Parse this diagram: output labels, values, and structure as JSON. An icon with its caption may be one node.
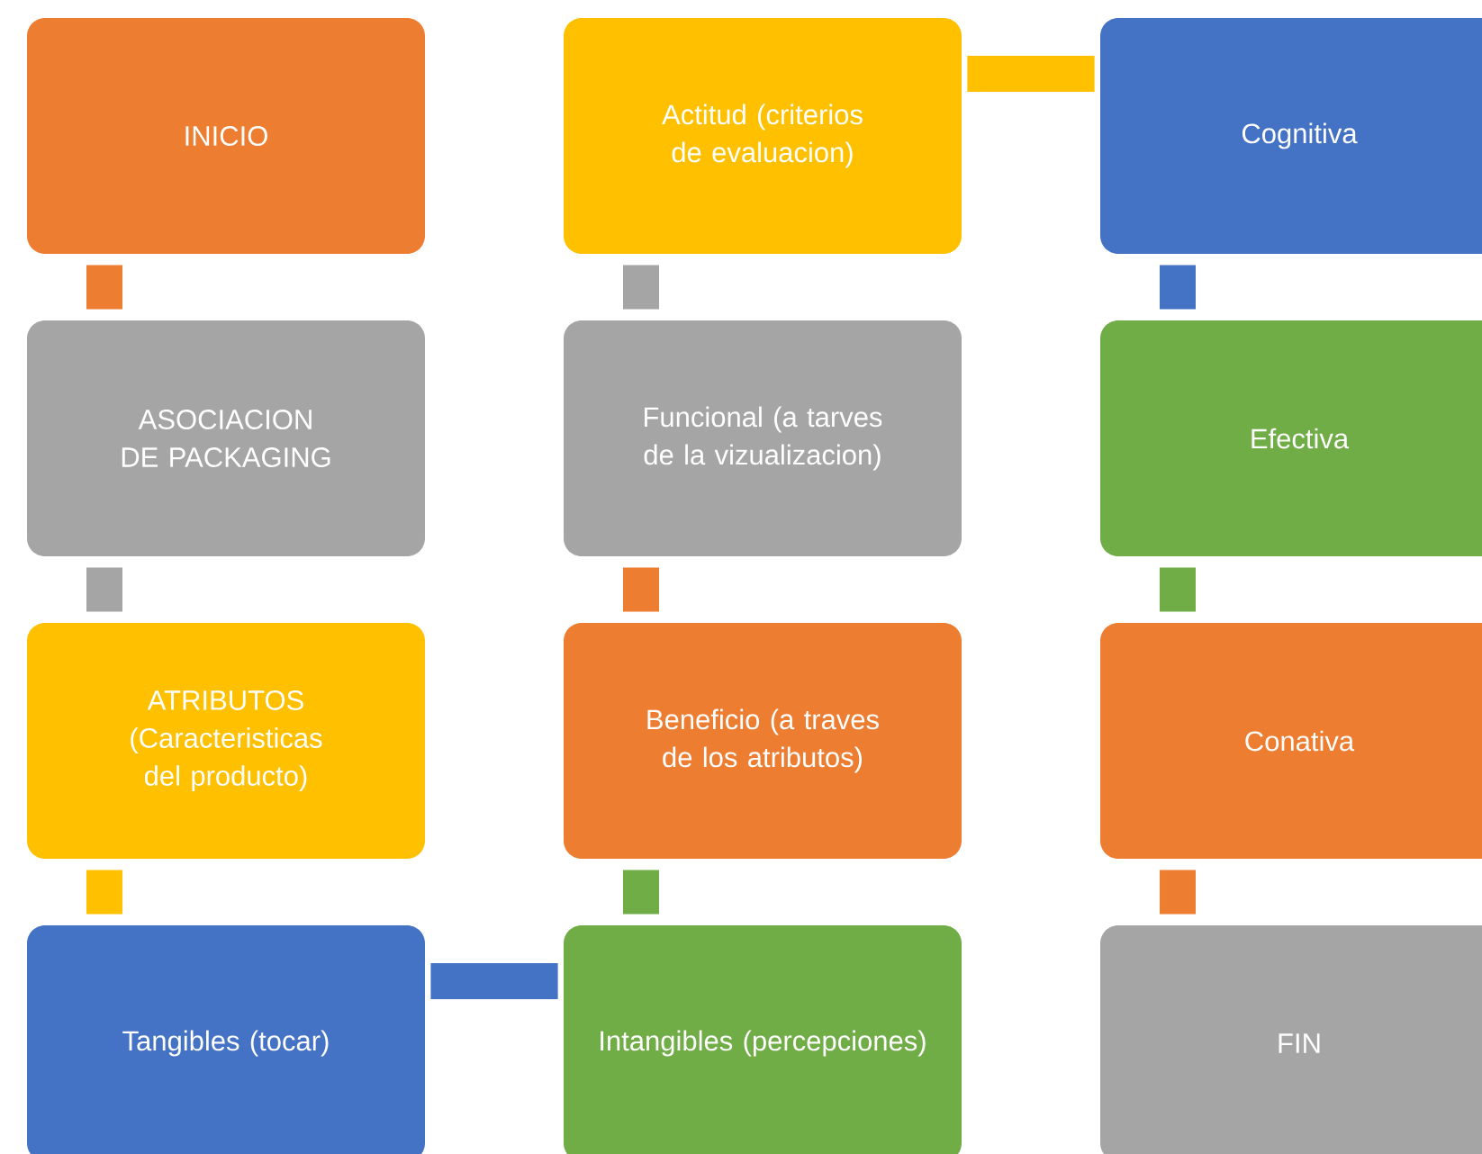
{
  "diagram": {
    "nodes": [
      {
        "text": [
          "INICIO"
        ]
      },
      {
        "text": [
          "ASOCIACION DE PACKAGING"
        ]
      },
      {
        "text": [
          "ATRIBUTOS (Caracteristicas del producto)"
        ]
      },
      {
        "text": [
          "Tangibles (tocar)"
        ]
      },
      {
        "text": [
          "Intangibles (percepciones)"
        ]
      },
      {
        "text": [
          "Beneficio (a traves de los atributos)"
        ]
      },
      {
        "text": [
          "Funcional (a tarves de la vizualizacion)"
        ]
      },
      {
        "text": [
          "Actitud (criterios de evaluacion)"
        ]
      },
      {
        "text": [
          "Cognitiva"
        ]
      },
      {
        "text": [
          "Efectiva"
        ]
      },
      {
        "text": [
          "Conativa"
        ]
      },
      {
        "text": [
          "FIN"
        ]
      }
    ],
    "edges": [
      {
        "from": 0,
        "to": 1,
        "arrow": "none",
        "color": "#ed7d31"
      },
      {
        "from": 1,
        "to": 2,
        "arrow": "none",
        "color": "#a5a5a5"
      },
      {
        "from": 2,
        "to": 3,
        "arrow": "none",
        "color": "#ffc000"
      },
      {
        "from": 3,
        "to": 4,
        "arrow": "none",
        "color": "#4472c4"
      },
      {
        "from": 4,
        "to": 5,
        "arrow": "none",
        "color": "#70ad47"
      },
      {
        "from": 5,
        "to": 6,
        "arrow": "none",
        "color": "#ed7d31"
      },
      {
        "from": 6,
        "to": 7,
        "arrow": "none",
        "color": "#a5a5a5"
      },
      {
        "from": 7,
        "to": 8,
        "arrow": "none",
        "color": "#ffc000"
      },
      {
        "from": 8,
        "to": 9,
        "arrow": "none",
        "color": "#4472c4"
      },
      {
        "from": 9,
        "to": 10,
        "arrow": "none",
        "color": "#70ad47"
      },
      {
        "from": 10,
        "to": 11,
        "arrow": "none",
        "color": "#ed7d31"
      }
    ]
  }
}
